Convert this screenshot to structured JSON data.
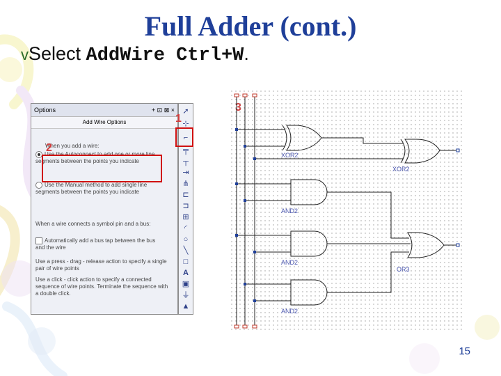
{
  "slide": {
    "title": "Full Adder (cont.)",
    "bullet_symbol": "v",
    "bullet_prefix": "Select ",
    "bullet_command": "AddWire Ctrl+W",
    "bullet_suffix": ".",
    "page_number": "15"
  },
  "options_panel": {
    "title": "Options",
    "header_controls": "+ ⊡ ⊠ ×",
    "subtitle": "Add Wire Options",
    "group1_heading": "When you add a wire:",
    "option_auto": "Use the Autoconnect to add one or more line segments between the points you indicate",
    "option_manual": "Use the Manual method to add single line segments between the points you indicate",
    "group2_heading": "When a wire connects a symbol pin and a bus:",
    "checkbox_label": "Automatically add a bus tap between the bus and the wire",
    "help1": "Use a press - drag - release action to specify a single pair of wire points",
    "help2": "Use a click - click action to specify a connected sequence of wire points. Terminate the sequence with a double click."
  },
  "callouts": {
    "one": "1",
    "two": "2",
    "three": "3"
  },
  "toolbar_icons": [
    "pointer-icon",
    "net-name-icon",
    "add-wire-icon",
    "bus-icon",
    "wire-label-icon",
    "io-marker-icon",
    "bus-tap-icon",
    "bus-entry-icon",
    "symbol-icon",
    "hierarchy-icon",
    "arc-icon",
    "circle-icon",
    "line-icon",
    "rectangle-icon",
    "text-icon",
    "image-icon",
    "pin-icon",
    "pan-icon"
  ],
  "schematic": {
    "gate_labels": [
      "XOR2",
      "XOR2",
      "AND2",
      "AND2",
      "AND2",
      "OR3"
    ]
  }
}
